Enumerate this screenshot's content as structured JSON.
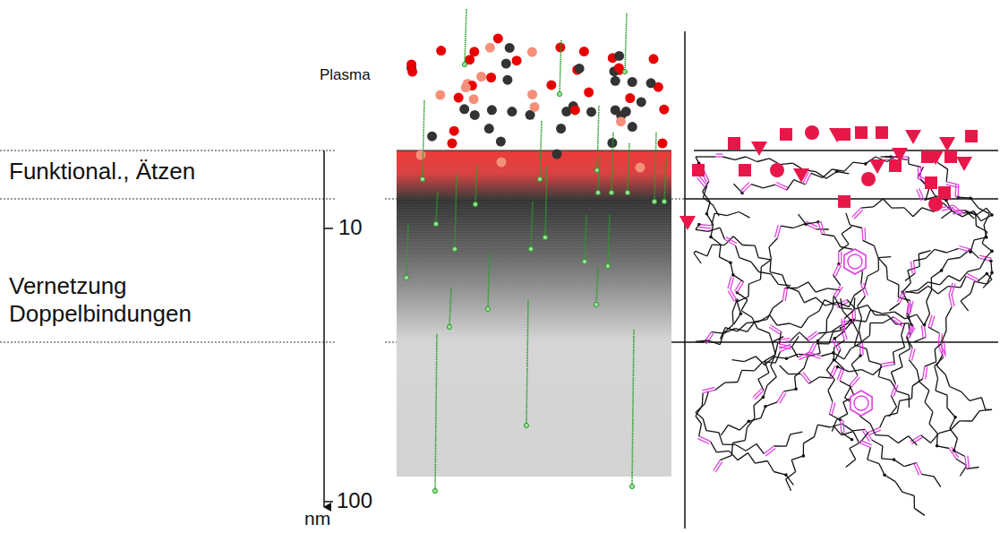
{
  "diagram": {
    "labels": [
      "Plasma",
      "Funktional., Ätzen",
      "10",
      "Vernetzung Doppelbindungen",
      "100",
      "nm"
    ]
  }
}
